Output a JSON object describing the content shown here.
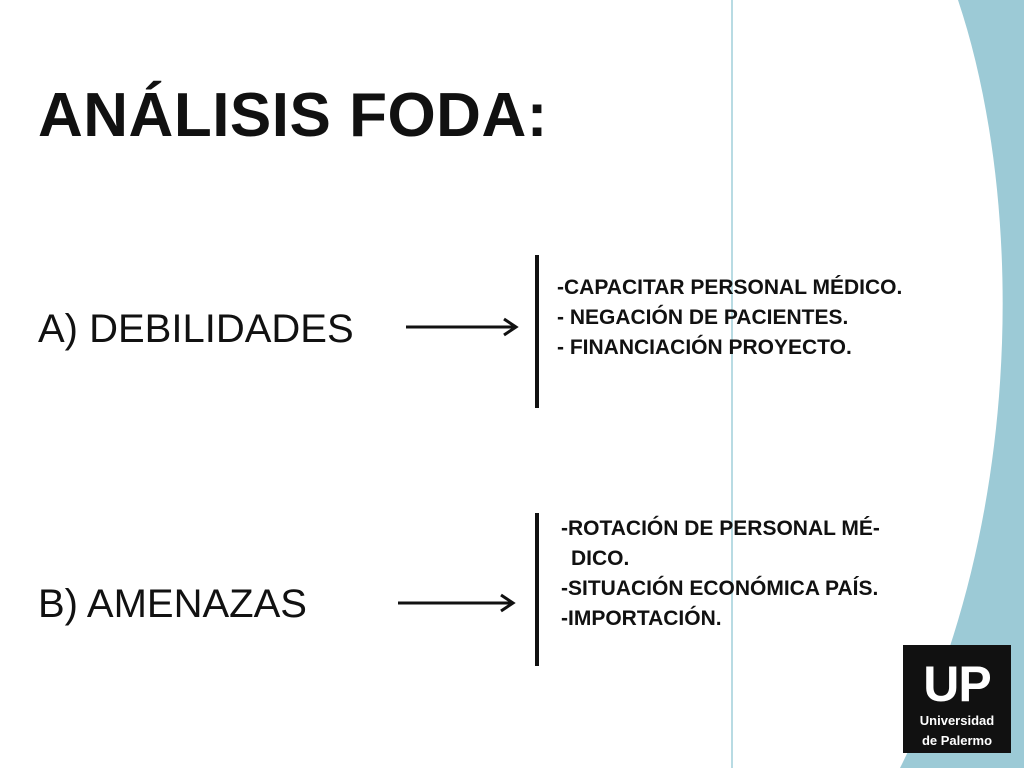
{
  "slide": {
    "title": "ANÁLISIS FODA:",
    "sections": [
      {
        "label": "A) DEBILIDADES",
        "items": [
          "-CAPACITAR PERSONAL MÉDICO.",
          "- NEGACIÓN DE PACIENTES.",
          "- FINANCIACIÓN PROYECTO."
        ]
      },
      {
        "label": "B) AMENAZAS",
        "items": [
          "-ROTACIÓN DE PERSONAL MÉ-",
          "DICO.",
          "-SITUACIÓN ECONÓMICA PAÍS.",
          "-IMPORTACIÓN."
        ]
      }
    ]
  },
  "logo": {
    "mark": "UP",
    "line1": "Universidad",
    "line2": "de Palermo"
  },
  "colors": {
    "accent_band": "#9ccad6",
    "text": "#111111",
    "logo_bg": "#111111"
  }
}
